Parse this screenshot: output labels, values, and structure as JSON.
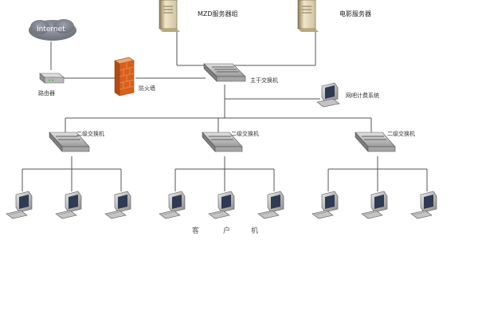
{
  "diagram": {
    "internet_label": "Internet",
    "router_label": "路由器",
    "firewall_label": "防火墙",
    "mzd_server_label": "MZD服务器组",
    "movie_server_label": "电影服务器",
    "core_switch_label": "主干交换机",
    "billing_label": "网吧计费系统",
    "secondary_switch_label": "二级交换机",
    "client_chars": [
      "客",
      "户",
      "机"
    ],
    "colors": {
      "cloud": "#7a7f8a",
      "firewall": "#e06a22",
      "line": "#555555",
      "device": "#c9c9c9"
    }
  }
}
